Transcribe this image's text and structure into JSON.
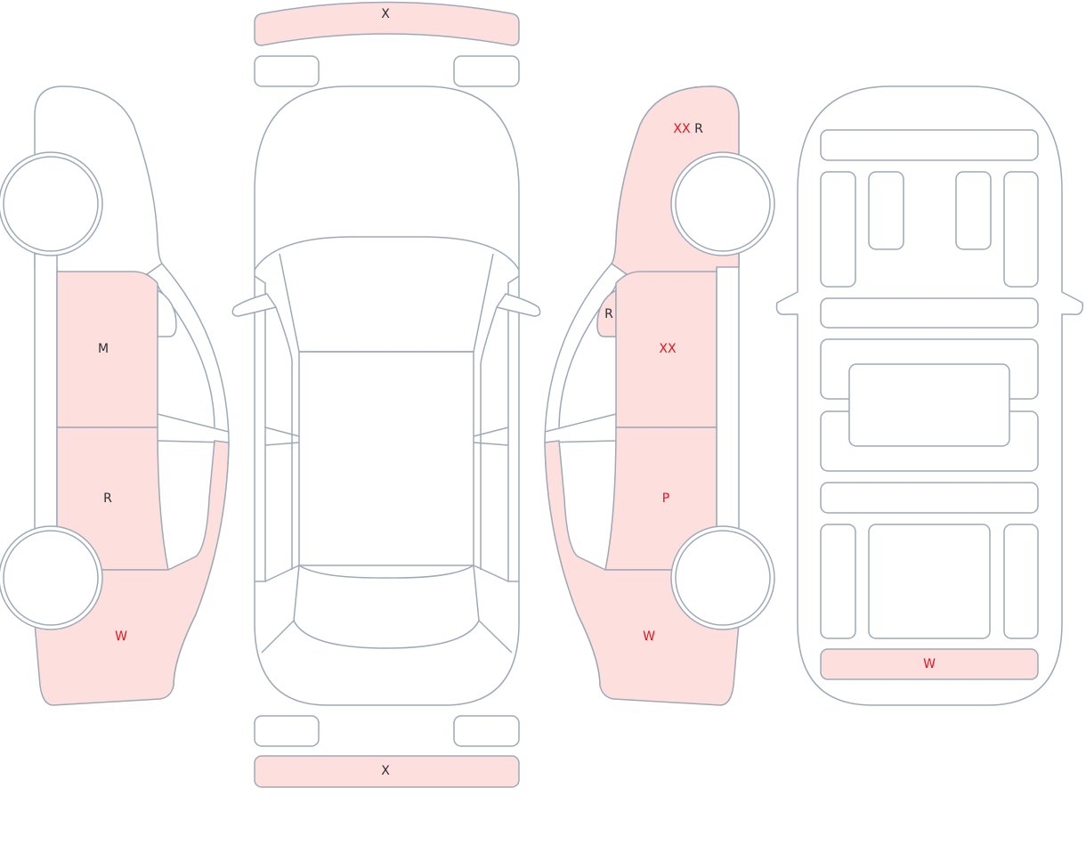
{
  "colors": {
    "damaged_fill": "#fde0dd",
    "outline": "#9ea9b8",
    "severe_text": "#e8141e",
    "normal_text": "#2b2f36"
  },
  "top_view": {
    "front_bumper": "X",
    "rear_bumper": "X"
  },
  "left_side": {
    "front_door": "M",
    "rear_door": "R",
    "rear_quarter": "W"
  },
  "right_side": {
    "front_fender_a": "XX",
    "front_fender_b": "R",
    "mirror": "R",
    "front_door": "XX",
    "rear_door": "P",
    "rear_quarter": "W"
  },
  "underside": {
    "rear_panel": "W"
  }
}
